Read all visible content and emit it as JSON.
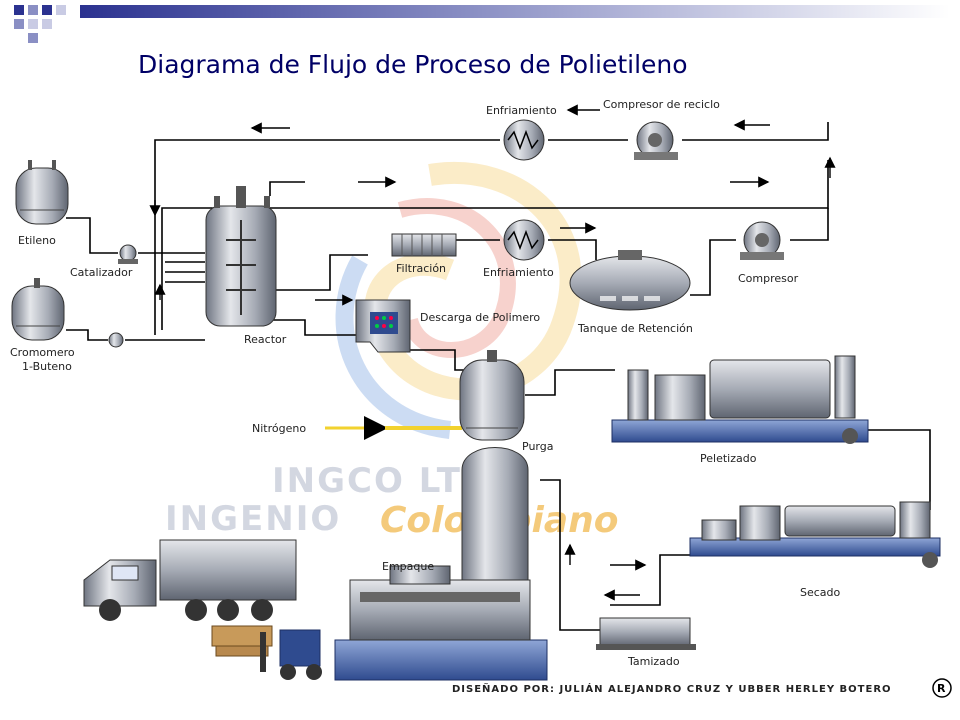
{
  "title": "Diagrama de Flujo de Proceso de Polietileno",
  "colors": {
    "pipe": "#000000",
    "accent": "#2b3290",
    "nitrogen": "#f2d22e",
    "metal": "#9aa0ab"
  },
  "labels": {
    "etileno": "Etileno",
    "catalizador": "Catalizador",
    "comonomero_1": "Cromomero",
    "comonomero_2": "1-Buteno",
    "reactor": "Reactor",
    "enfriamiento_top": "Enfriamiento",
    "compresor_reciclo": "Compresor de reciclo",
    "filtracion": "Filtración",
    "enfriamiento_mid": "Enfriamiento",
    "compresor": "Compresor",
    "descarga": "Descarga de Polimero",
    "tanque": "Tanque de Retención",
    "nitrogeno": "Nitrógeno",
    "purga": "Purga",
    "peletizado": "Peletizado",
    "secado": "Secado",
    "empaque": "Empaque",
    "tamizado": "Tamizado"
  },
  "watermark": {
    "line1": "INGCO LTDA",
    "line2a": "INGENIO",
    "line2b": "Colombiano"
  },
  "credit": "DISEÑADO POR: JULIÁN ALEJANDRO CRUZ Y UBBER HERLEY BOTERO",
  "icons": [
    "registered-icon",
    "truck-icon",
    "forklift-icon",
    "pallet-icon"
  ]
}
